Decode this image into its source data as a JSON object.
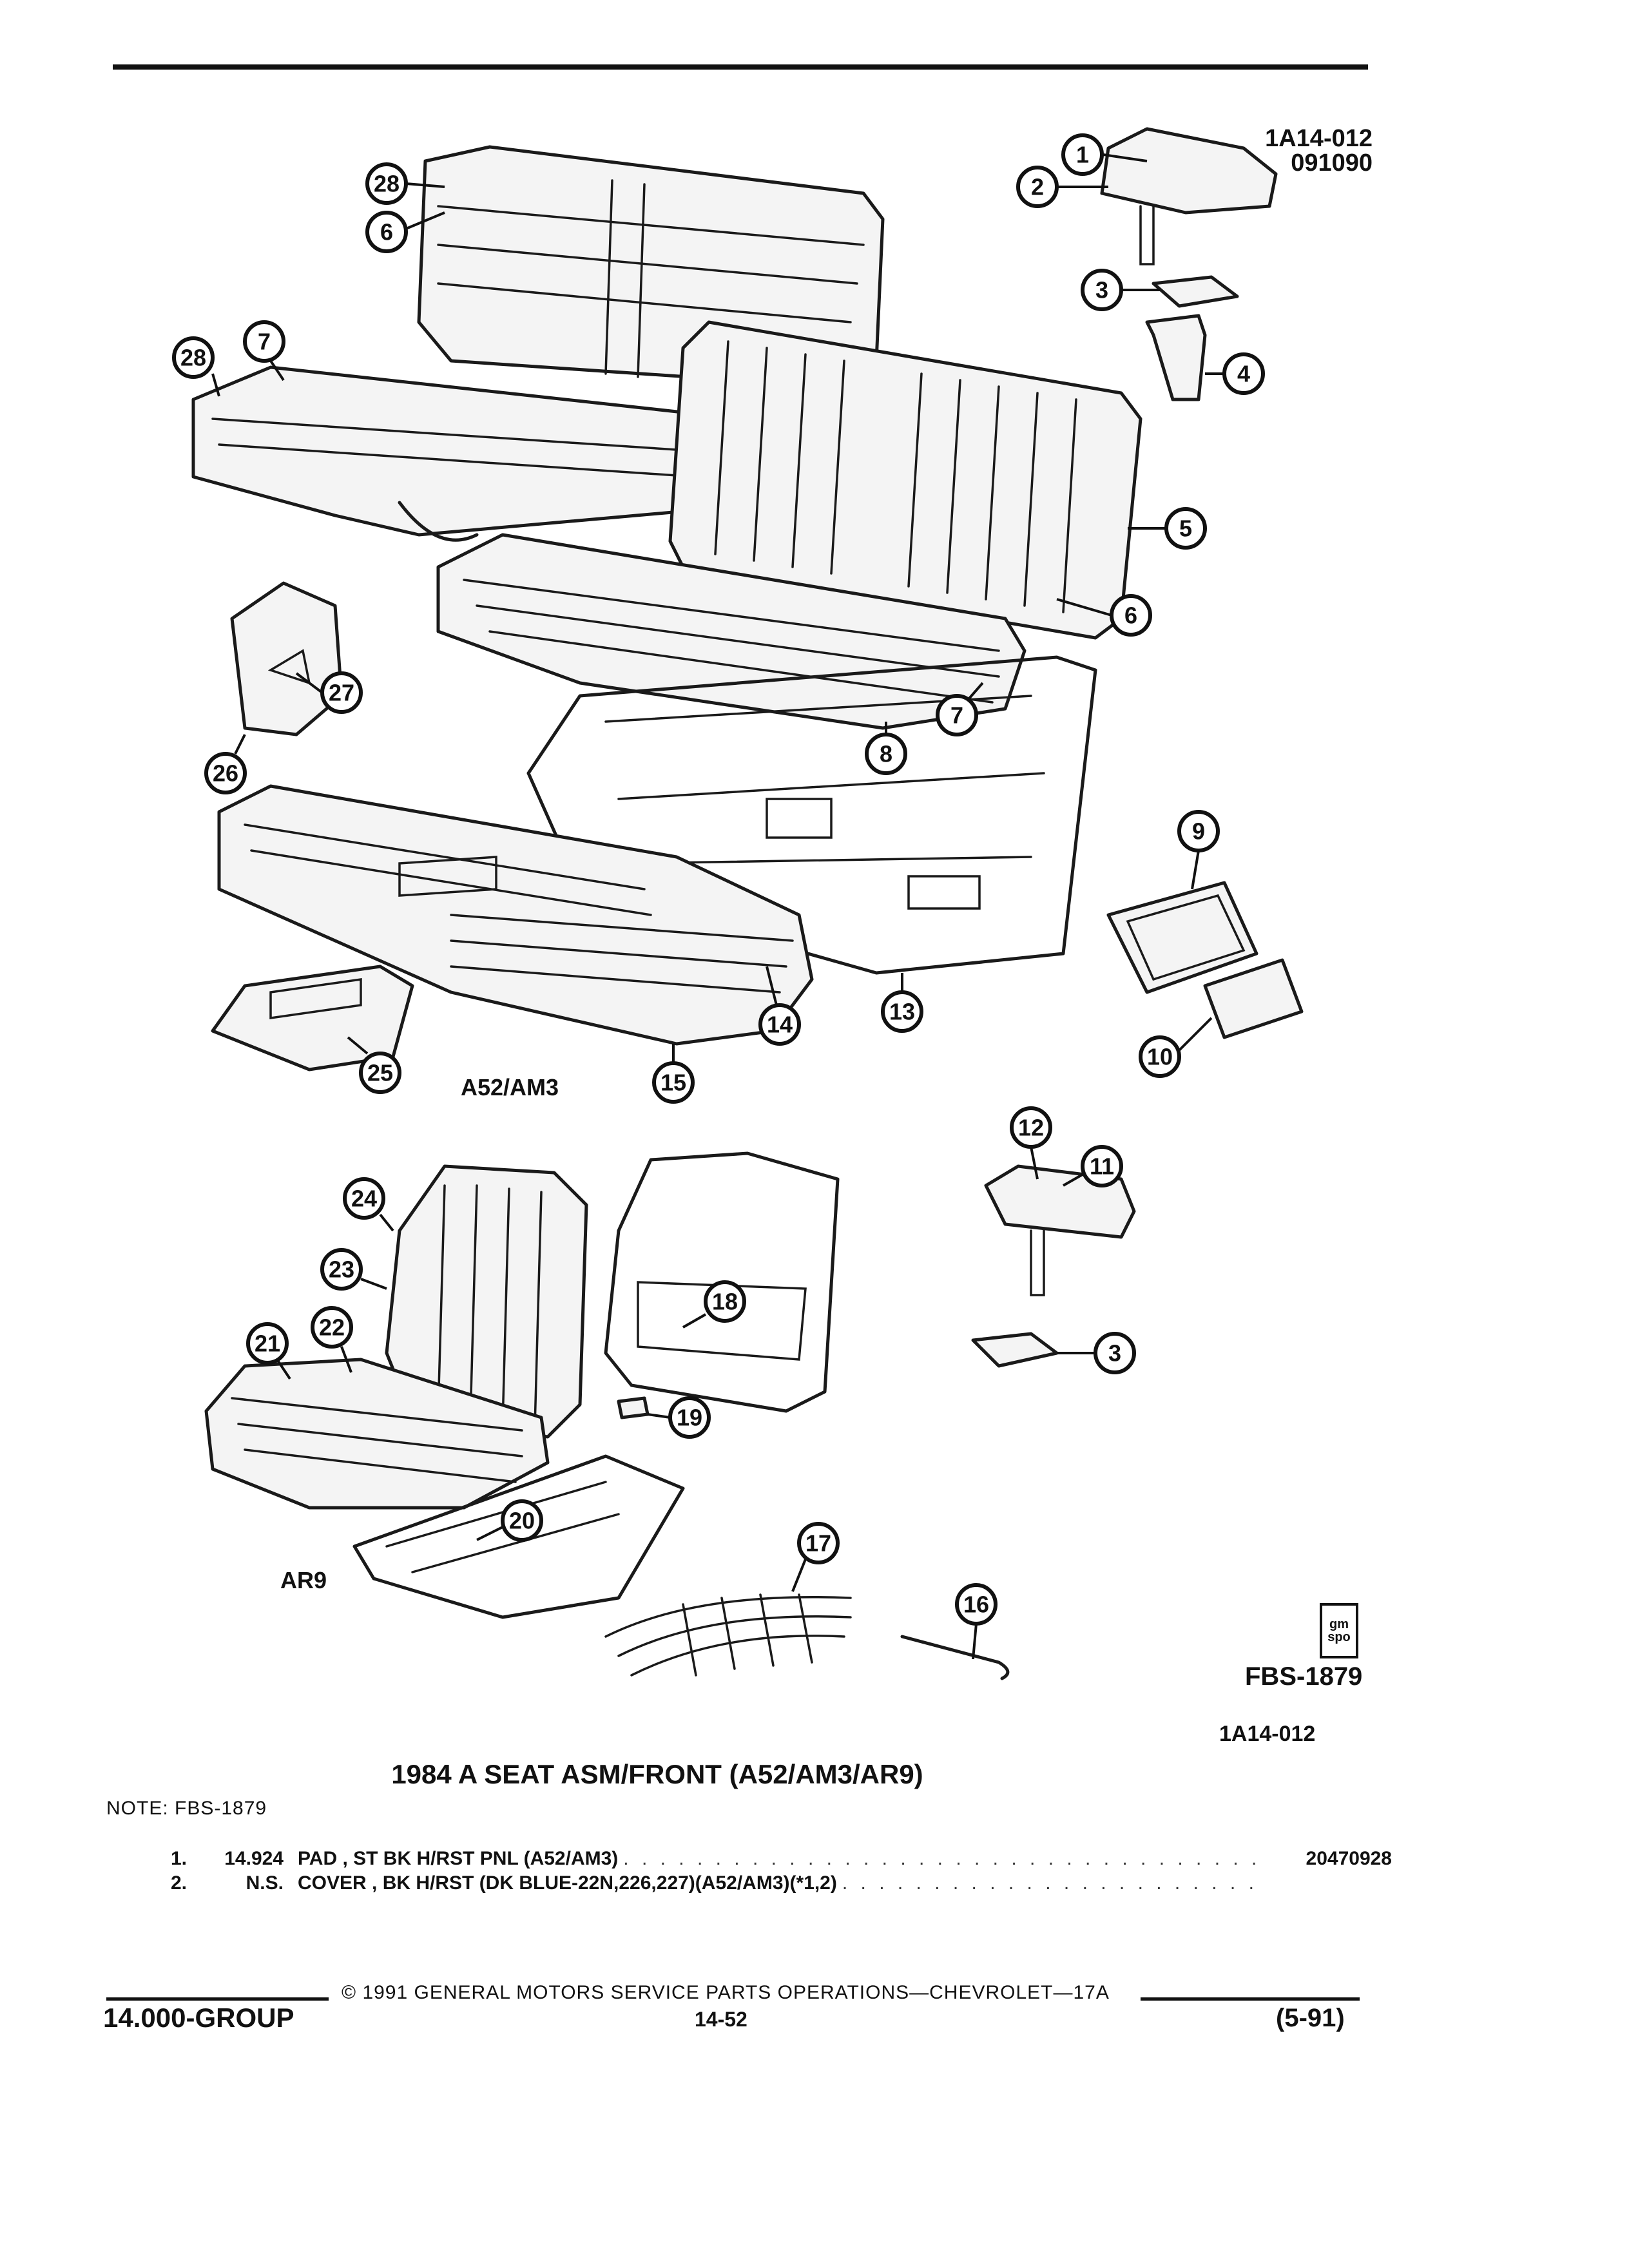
{
  "header": {
    "figure_ref_line1": "1A14-012",
    "figure_ref_line2": "091090"
  },
  "illustration": {
    "callouts": [
      "1",
      "2",
      "3",
      "4",
      "5",
      "6",
      "7",
      "8",
      "9",
      "10",
      "11",
      "12",
      "3",
      "13",
      "14",
      "15",
      "16",
      "17",
      "18",
      "19",
      "20",
      "21",
      "22",
      "23",
      "24",
      "25",
      "26",
      "27",
      "28",
      "28",
      "6",
      "7"
    ],
    "variant_labels": {
      "a52_am3": "A52/AM3",
      "ar9": "AR9"
    },
    "gm_logo_text": [
      "gm",
      "spo"
    ]
  },
  "figure": {
    "fbs_label": "FBS-1879",
    "ref_label": "1A14-012",
    "title": "1984 A SEAT ASM/FRONT (A52/AM3/AR9)"
  },
  "note": "NOTE:  FBS-1879",
  "parts": [
    {
      "num": "1.",
      "code": "14.924",
      "desc": "PAD , ST BK H/RST PNL (A52/AM3)",
      "part_no": "20470928"
    },
    {
      "num": "2.",
      "code": "N.S.",
      "desc": "COVER , BK H/RST (DK BLUE-22N,226,227)(A52/AM3)(*1,2)",
      "part_no": ""
    }
  ],
  "footer": {
    "copyright": "© 1991  GENERAL MOTORS SERVICE PARTS OPERATIONS—CHEVROLET—17A",
    "group": "14.000-GROUP",
    "page": "14-52",
    "revision": "(5-91)"
  }
}
